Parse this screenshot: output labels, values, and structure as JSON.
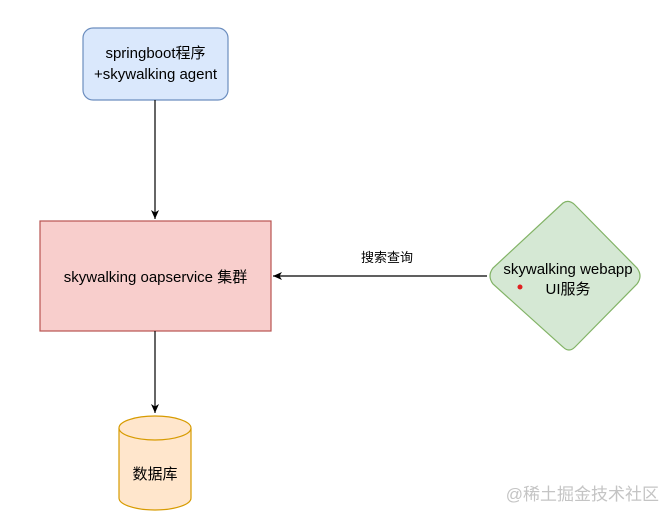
{
  "nodes": {
    "app": {
      "line1": "springboot程序",
      "line2": "+skywalking agent",
      "fill": "#dae8fc",
      "stroke": "#6c8ebf"
    },
    "oap": {
      "label": "skywalking oapservice 集群",
      "fill": "#f8cecc",
      "stroke": "#b85450"
    },
    "webapp": {
      "line1": "skywalking webapp",
      "line2": "UI服务",
      "fill": "#d5e8d4",
      "stroke": "#82b366"
    },
    "db": {
      "label": "数据库",
      "fill": "#ffe6cc",
      "stroke": "#d79b00"
    }
  },
  "edges": {
    "query": {
      "label": "搜索查询"
    }
  },
  "watermark": "@稀土掘金技术社区"
}
